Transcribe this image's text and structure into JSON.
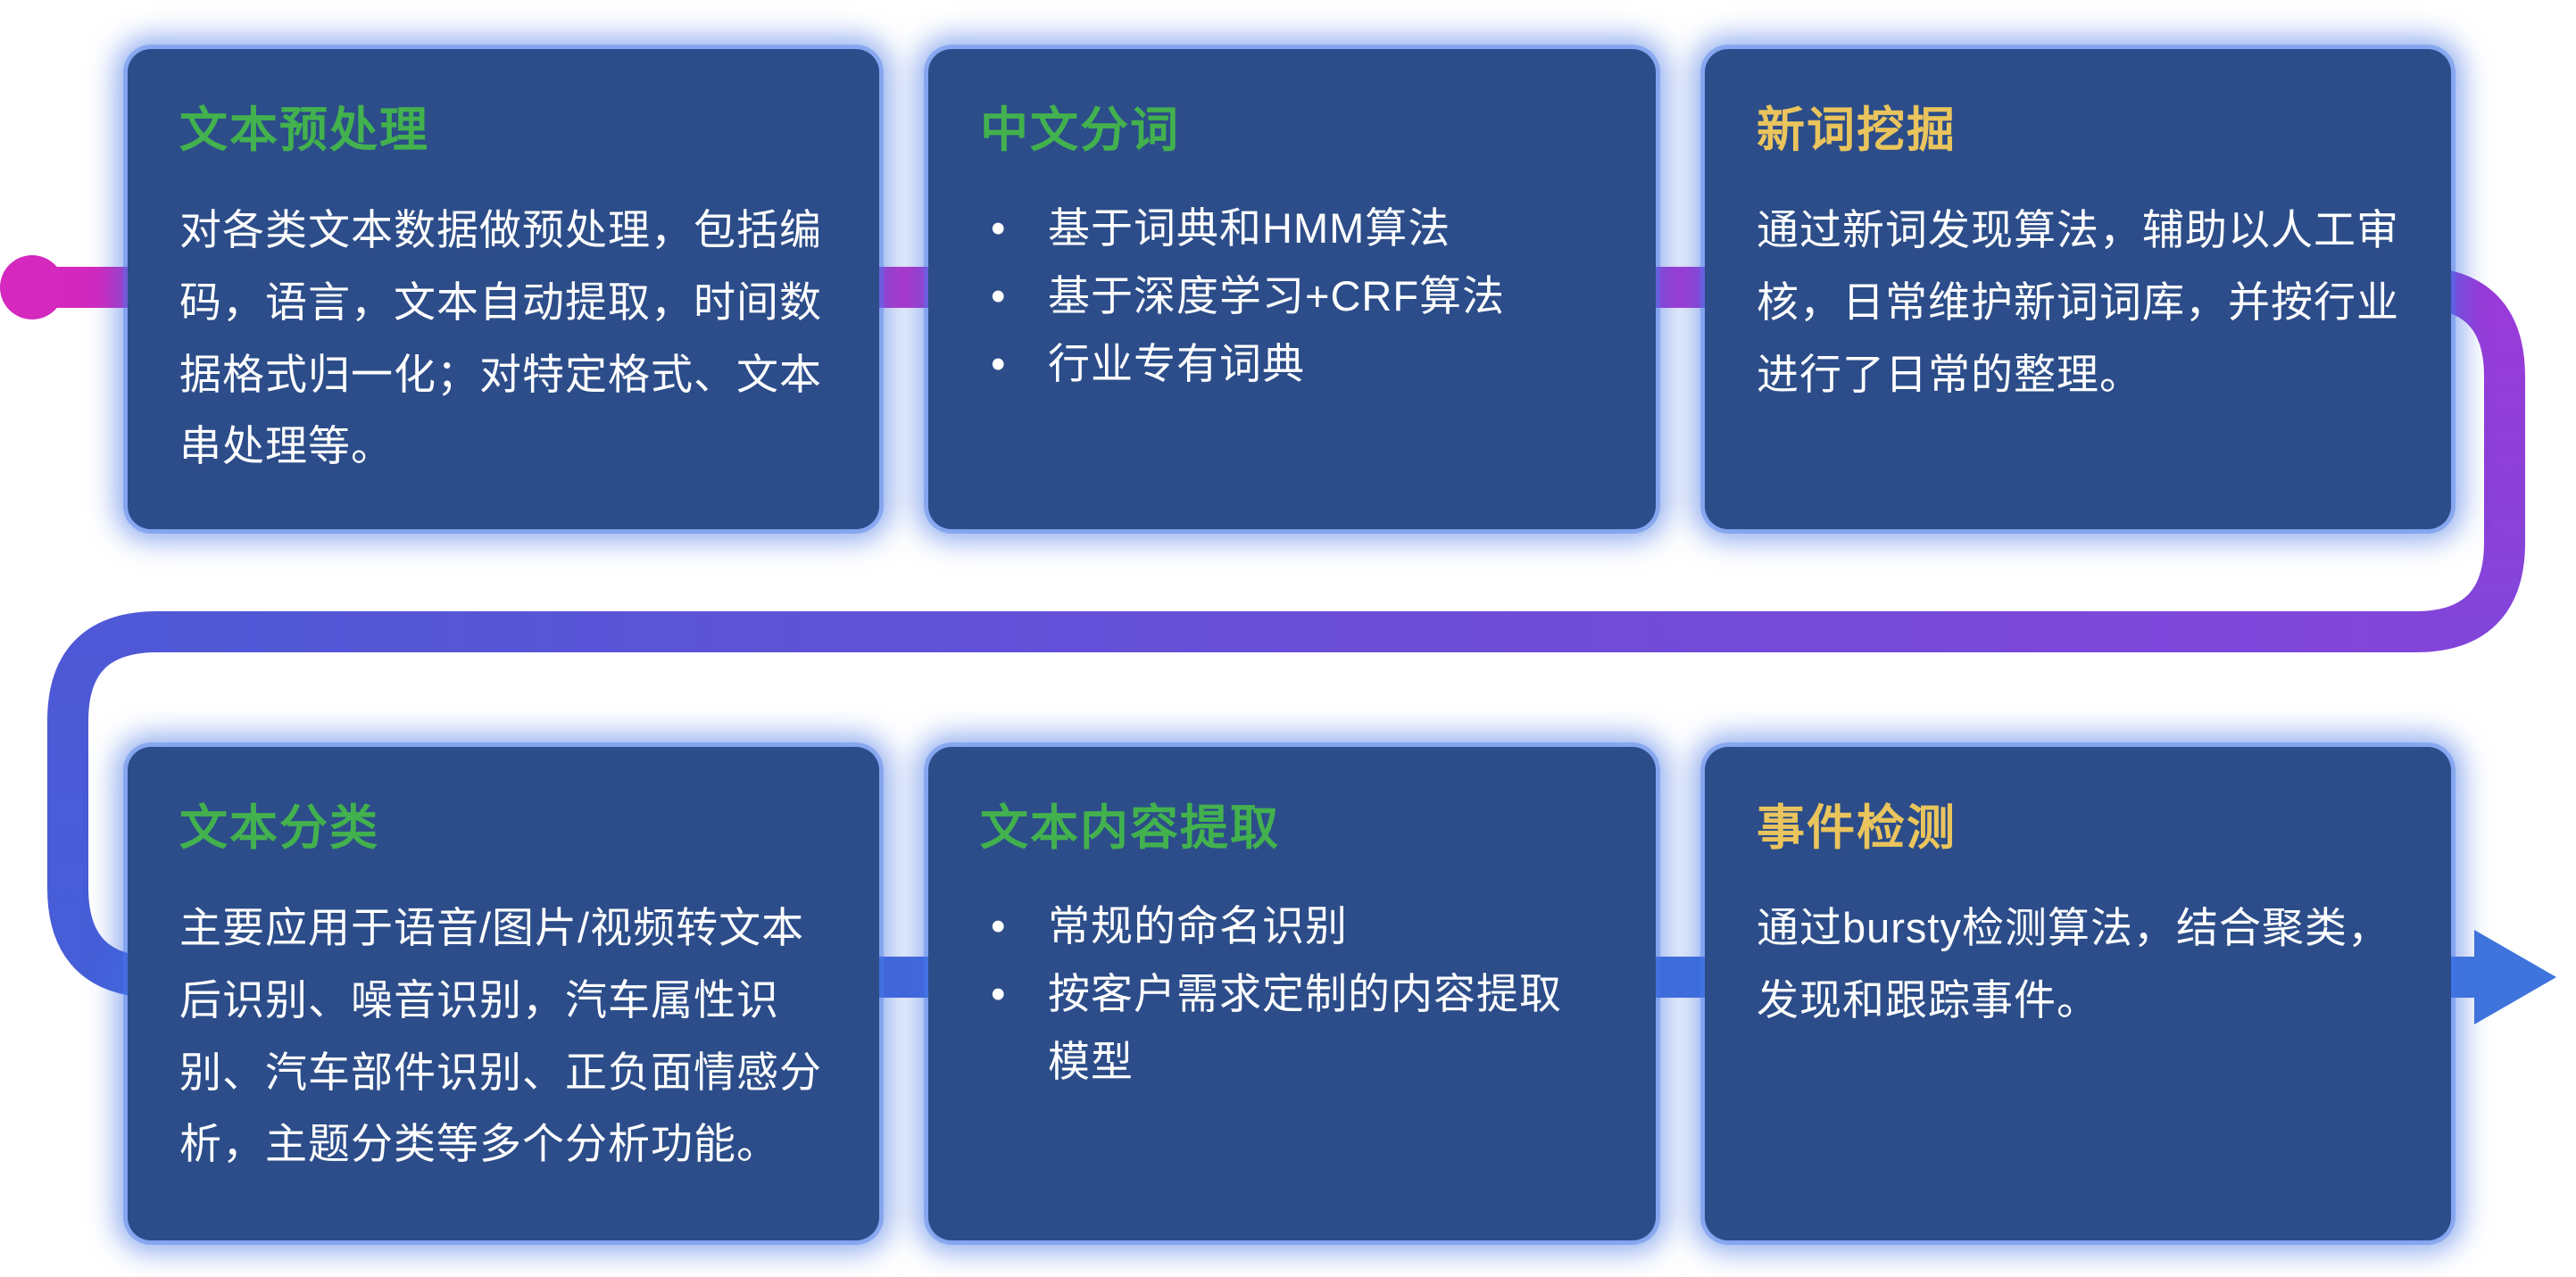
{
  "page": {
    "background": "#ffffff"
  },
  "flow": {
    "start_color": "#d428be",
    "p1_end": "#9a3ad8",
    "p2_end": "#8245da",
    "p3_end": "#4f58d6",
    "p4_end": "#455fd8",
    "end_color": "#3f74dc"
  },
  "colors": {
    "card_bg": "#2c4d89",
    "card_glow": "#4274e8",
    "title_green": "#42b14e",
    "title_yellow": "#eac45c",
    "body_text": "#ffffff"
  },
  "cards": [
    {
      "id": "text-preprocessing",
      "title": "文本预处理",
      "title_color": "green",
      "body": "对各类文本数据做预处理，包括编码，语言，文本自动提取，时间数据格式归一化；对特定格式、文本串处理等。"
    },
    {
      "id": "chinese-word-segmentation",
      "title": "中文分词",
      "title_color": "green",
      "bullets": [
        "基于词典和HMM算法",
        "基于深度学习+CRF算法",
        "行业专有词典"
      ]
    },
    {
      "id": "new-word-mining",
      "title": "新词挖掘",
      "title_color": "yellow",
      "body": "通过新词发现算法，辅助以人工审核，日常维护新词词库，并按行业进行了日常的整理。"
    },
    {
      "id": "text-classification",
      "title": "文本分类",
      "title_color": "green",
      "body": "主要应用于语音/图片/视频转文本后识别、噪音识别，汽车属性识别、汽车部件识别、正负面情感分析，主题分类等多个分析功能。"
    },
    {
      "id": "text-content-extraction",
      "title": "文本内容提取",
      "title_color": "green",
      "bullets": [
        "常规的命名识别",
        "按客户需求定制的内容提取模型"
      ]
    },
    {
      "id": "event-detection",
      "title": "事件检测",
      "title_color": "yellow",
      "body": "通过bursty检测算法，结合聚类，发现和跟踪事件。"
    }
  ]
}
